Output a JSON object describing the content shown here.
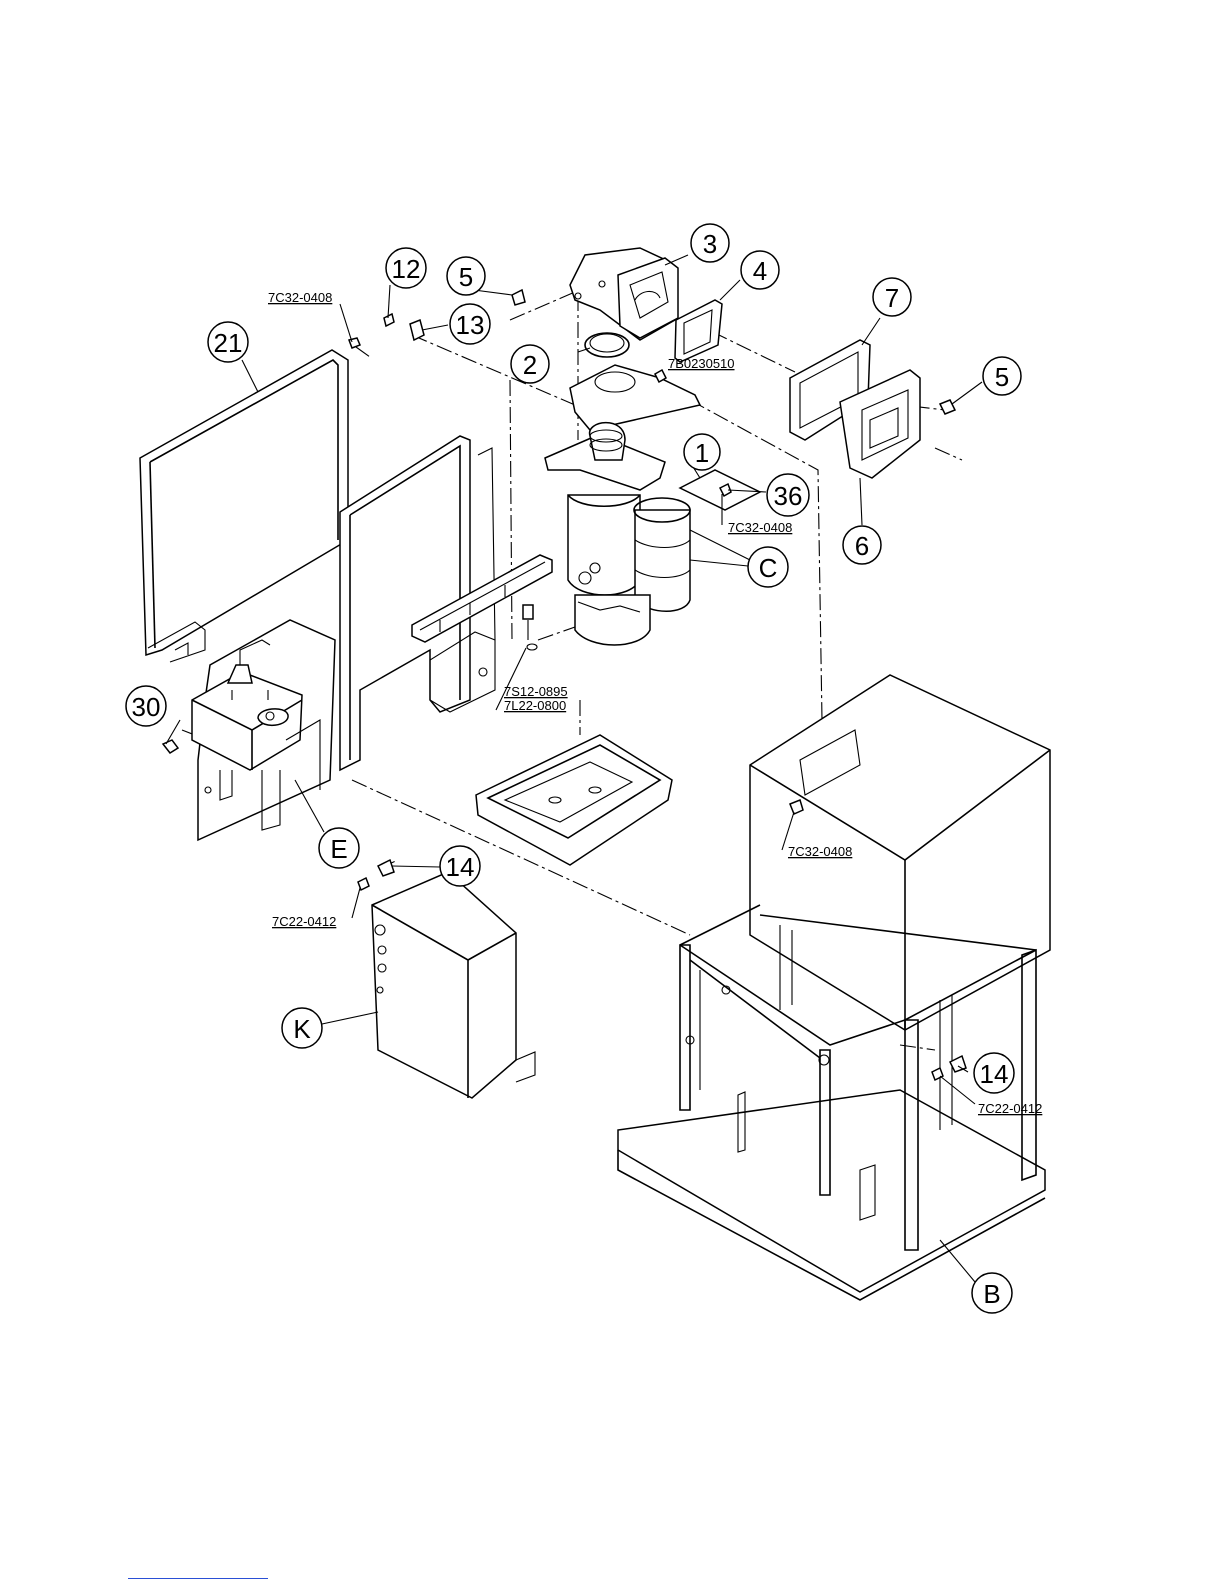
{
  "diagram": {
    "item_callouts": [
      "1",
      "2",
      "3",
      "4",
      "5",
      "5",
      "6",
      "7",
      "12",
      "13",
      "14",
      "14",
      "21",
      "30",
      "36"
    ],
    "assembly_callouts": [
      "B",
      "C",
      "E",
      "K"
    ],
    "part_codes": [
      "7C32-0408",
      "7C32-0408",
      "7C32-0408",
      "7B0230510",
      "7S12-0895",
      "7L22-0800",
      "7C22-0412",
      "7C22-0412"
    ]
  }
}
